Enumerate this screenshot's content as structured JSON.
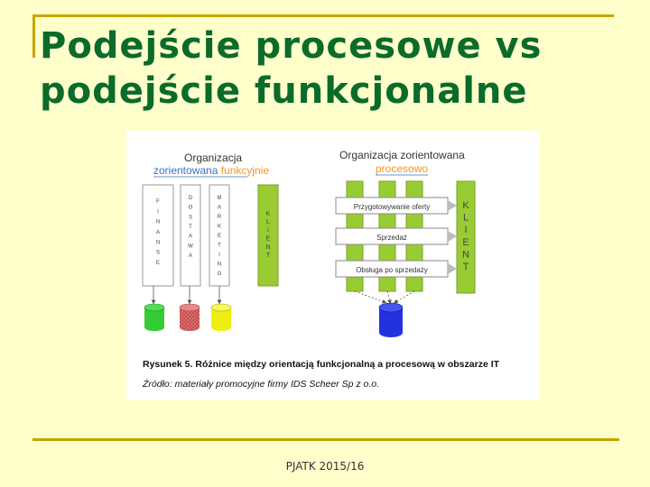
{
  "slide": {
    "title_line1": "Podejście procesowe vs",
    "title_line2": "podejście funkcjonalne",
    "footer": "PJATK 2015/16"
  },
  "figure": {
    "left_title_line1": "Organizacja",
    "left_title_prefix": "zorientowana ",
    "left_title_highlight": "funkcyjnie",
    "right_title_line1": "Organizacja zorientowana",
    "right_title_highlight": "procesowo",
    "column_letters": [
      [
        "F",
        "I",
        "N",
        "A",
        "N",
        "S",
        "E"
      ],
      [
        "D",
        "O",
        "S",
        "T",
        "A",
        "W",
        "A"
      ],
      [
        "M",
        "A",
        "R",
        "K",
        "E",
        "T",
        "I",
        "N",
        "G"
      ]
    ],
    "client_letters_left": [
      "K",
      "L",
      "I",
      "E",
      "N",
      "T"
    ],
    "client_letters_right": [
      "K",
      "L",
      "I",
      "E",
      "N",
      "T"
    ],
    "process_bars": [
      "Przygotowywanie oferty",
      "Sprzedaż",
      "Obsługa po sprzedaży"
    ],
    "caption_bold": "Rysunek 5. Różnice między orientacją funkcjonalną a procesową w obszarze IT",
    "caption_italic": "Źródło: materiały promocyjne firmy IDS Scheer Sp z o.o.",
    "colors": {
      "green_column": "#99cc33",
      "db_green": "#33cc33",
      "db_red": "#e07070",
      "db_yellow": "#eeee11",
      "db_blue": "#2233dd"
    }
  }
}
